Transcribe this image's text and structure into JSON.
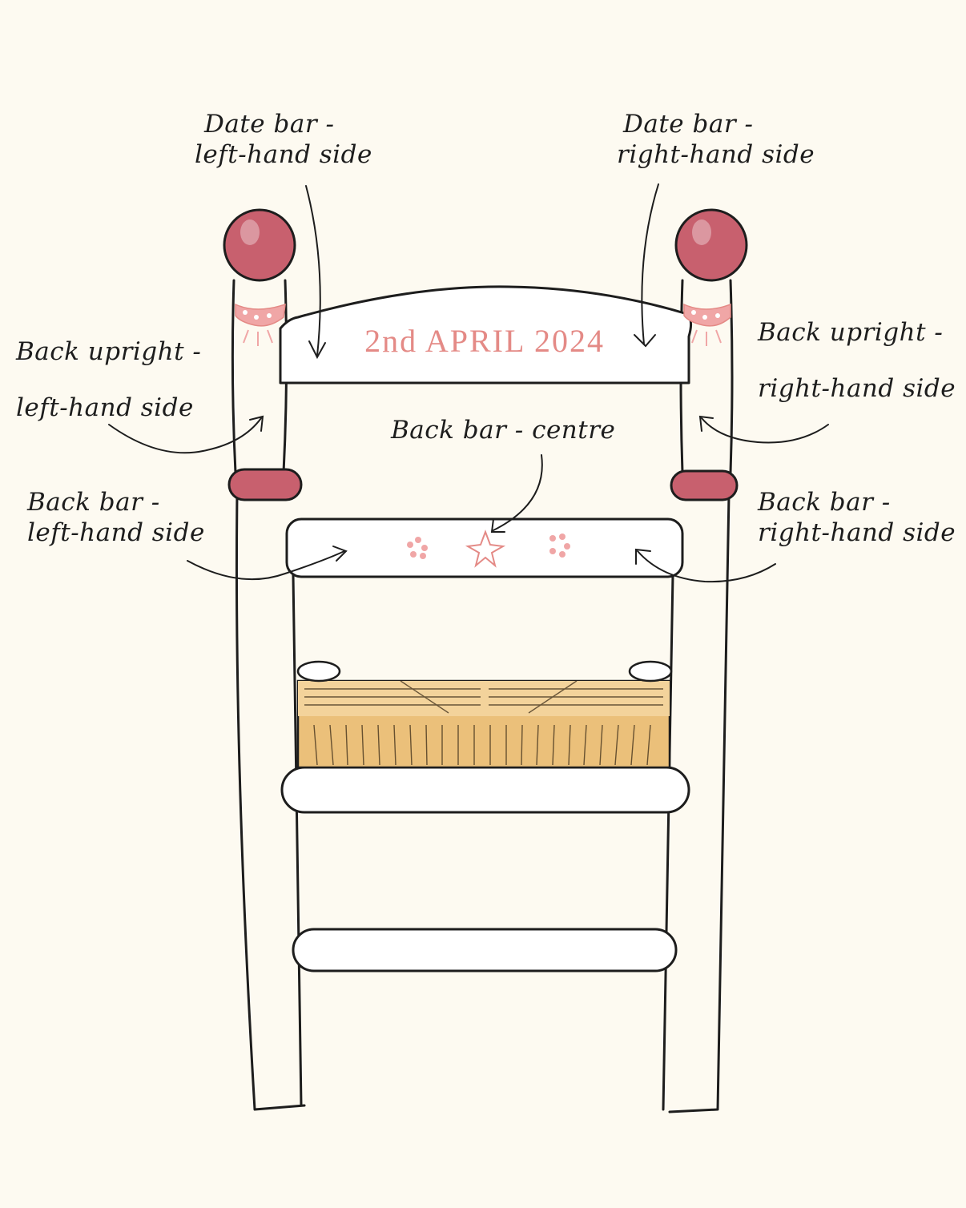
{
  "colors": {
    "background": "#fdfaf1",
    "ink": "#1d1d1d",
    "knob": "#c8606e",
    "pink_text": "#e48a86",
    "pink_decor": "#f0a6a6",
    "rush": "#ebc07a"
  },
  "date_text": "2nd APRIL 2024",
  "labels": {
    "date_bar_left": {
      "line1": "Date bar -",
      "line2": "left-hand side"
    },
    "date_bar_right": {
      "line1": "Date bar -",
      "line2": "right-hand side"
    },
    "back_upright_left": {
      "line1": "Back upright -",
      "line2": "left-hand side"
    },
    "back_upright_right": {
      "line1": "Back upright -",
      "line2": "right-hand side"
    },
    "back_bar_centre": {
      "line1": "Back bar - centre"
    },
    "back_bar_left": {
      "line1": "Back bar -",
      "line2": "left-hand side"
    },
    "back_bar_right": {
      "line1": "Back bar -",
      "line2": "right-hand side"
    }
  }
}
